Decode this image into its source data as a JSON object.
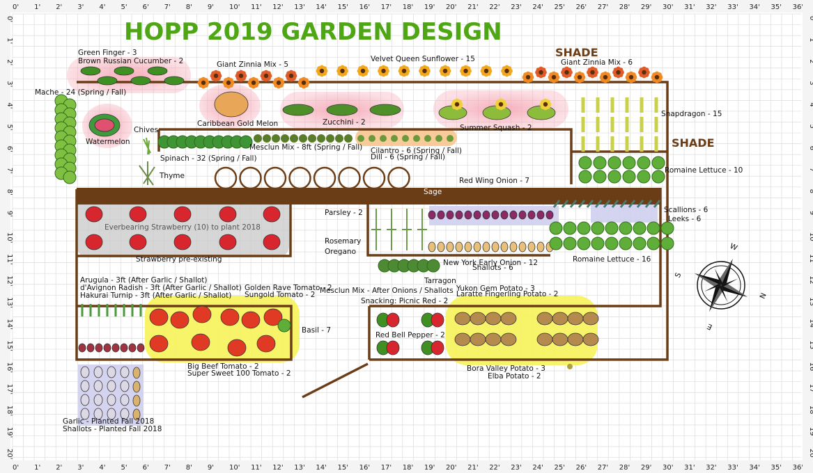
{
  "title": "HOPP 2019 GARDEN DESIGN",
  "colors": {
    "title": "#4fa614",
    "bed": "#6b3d17",
    "shade": "#6b3d17",
    "grid": "#c9c9c9",
    "highlight_pink": "#f5a6b4",
    "highlight_yellow": "#f7f35a"
  },
  "ruler": {
    "top": [
      "0'",
      "1'",
      "2'",
      "3'",
      "4'",
      "5'",
      "6'",
      "7'",
      "8'",
      "9'",
      "10'",
      "11'",
      "12'",
      "13'",
      "14'",
      "15'",
      "16'",
      "17'",
      "18'",
      "19'",
      "20'",
      "21'",
      "22'",
      "23'",
      "24'",
      "25'",
      "26'",
      "27'",
      "28'",
      "29'",
      "30'",
      "31'",
      "32'",
      "33'",
      "34'",
      "35'",
      "36'"
    ],
    "left": [
      "0'",
      "1'",
      "2'",
      "3'",
      "4'",
      "5'",
      "6'",
      "7'",
      "8'",
      "9'",
      "10'",
      "11'",
      "12'",
      "13'",
      "14'",
      "15'",
      "16'",
      "17'",
      "18'",
      "19'",
      "20'"
    ]
  },
  "shade_labels": [
    "SHADE",
    "SHADE"
  ],
  "compass": [
    "W",
    "N",
    "E",
    "S"
  ],
  "labels": {
    "green_finger": "Green Finger - 3",
    "brown_russian": "Brown Russian Cucumber - 2",
    "giant_zinnia_1": "Giant Zinnia Mix - 5",
    "velvet_queen": "Velvet Queen Sunflower - 15",
    "giant_zinnia_2": "Giant Zinnia Mix - 6",
    "mache": "Mache - 24 (Spring / Fall)",
    "caribbean_melon": "Caribbean Gold Melon",
    "zucchini": "Zucchini - 2",
    "summer_squash": "Summer Squash - 2",
    "snapdragon": "Snapdragon - 15",
    "watermelon": "Watermelon",
    "chives": "Chives",
    "spinach": "Spinach - 32 (Spring / Fall)",
    "mesclun_top": "Mesclun Mix - 8ft (Spring / Fall)",
    "cilantro": "Cilantro - 6 (Spring / Fall)",
    "dill": "Dill - 6 (Spring / Fall)",
    "romaine_10": "Romaine Lettuce - 10",
    "thyme": "Thyme",
    "red_wing": "Red Wing Onion - 7",
    "sage": "Sage",
    "parsley": "Parsley - 2",
    "scallions": "Scallions - 6",
    "leeks": "Leeks - 6",
    "everbearing": "Everbearing Strawberry (10) to plant 2018",
    "strawberry_pre": "Strawberry pre-existing",
    "rosemary": "Rosemary",
    "oregano": "Oregano",
    "ny_onion": "New York Early Onion - 12",
    "shallots_6": "Shallots - 6",
    "romaine_16": "Romaine Lettuce - 16",
    "tarragon": "Tarragon",
    "arugula": "Arugula - 3ft (After Garlic / Shallot)",
    "radish": "d'Avignon Radish - 3ft (After Garlic / Shallot)",
    "turnip": "Hakurai Turnip - 3ft (After Garlic / Shallot)",
    "golden_rave": "Golden Rave Tomato - 2",
    "sungold": "Sungold Tomato - 2",
    "mesclun_after": "Mesclun Mix - After Onions / Shallots",
    "yukon": "Yukon Gem Potato - 3",
    "laratte": "Laratte Fingerling Potato - 2",
    "snacking": "Snacking: Picnic Red - 2",
    "basil": "Basil - 7",
    "red_bell": "Red Bell Pepper - 2",
    "big_beef": "Big Beef Tomato - 2",
    "super_sweet": "Super Sweet 100 Tomato - 2",
    "bora_valley": "Bora Valley Potato - 3",
    "elba": "Elba Potato - 2",
    "garlic": "Garlic - Planted Fall 2018",
    "shallots_fall": "Shallots - Planted Fall 2018"
  }
}
